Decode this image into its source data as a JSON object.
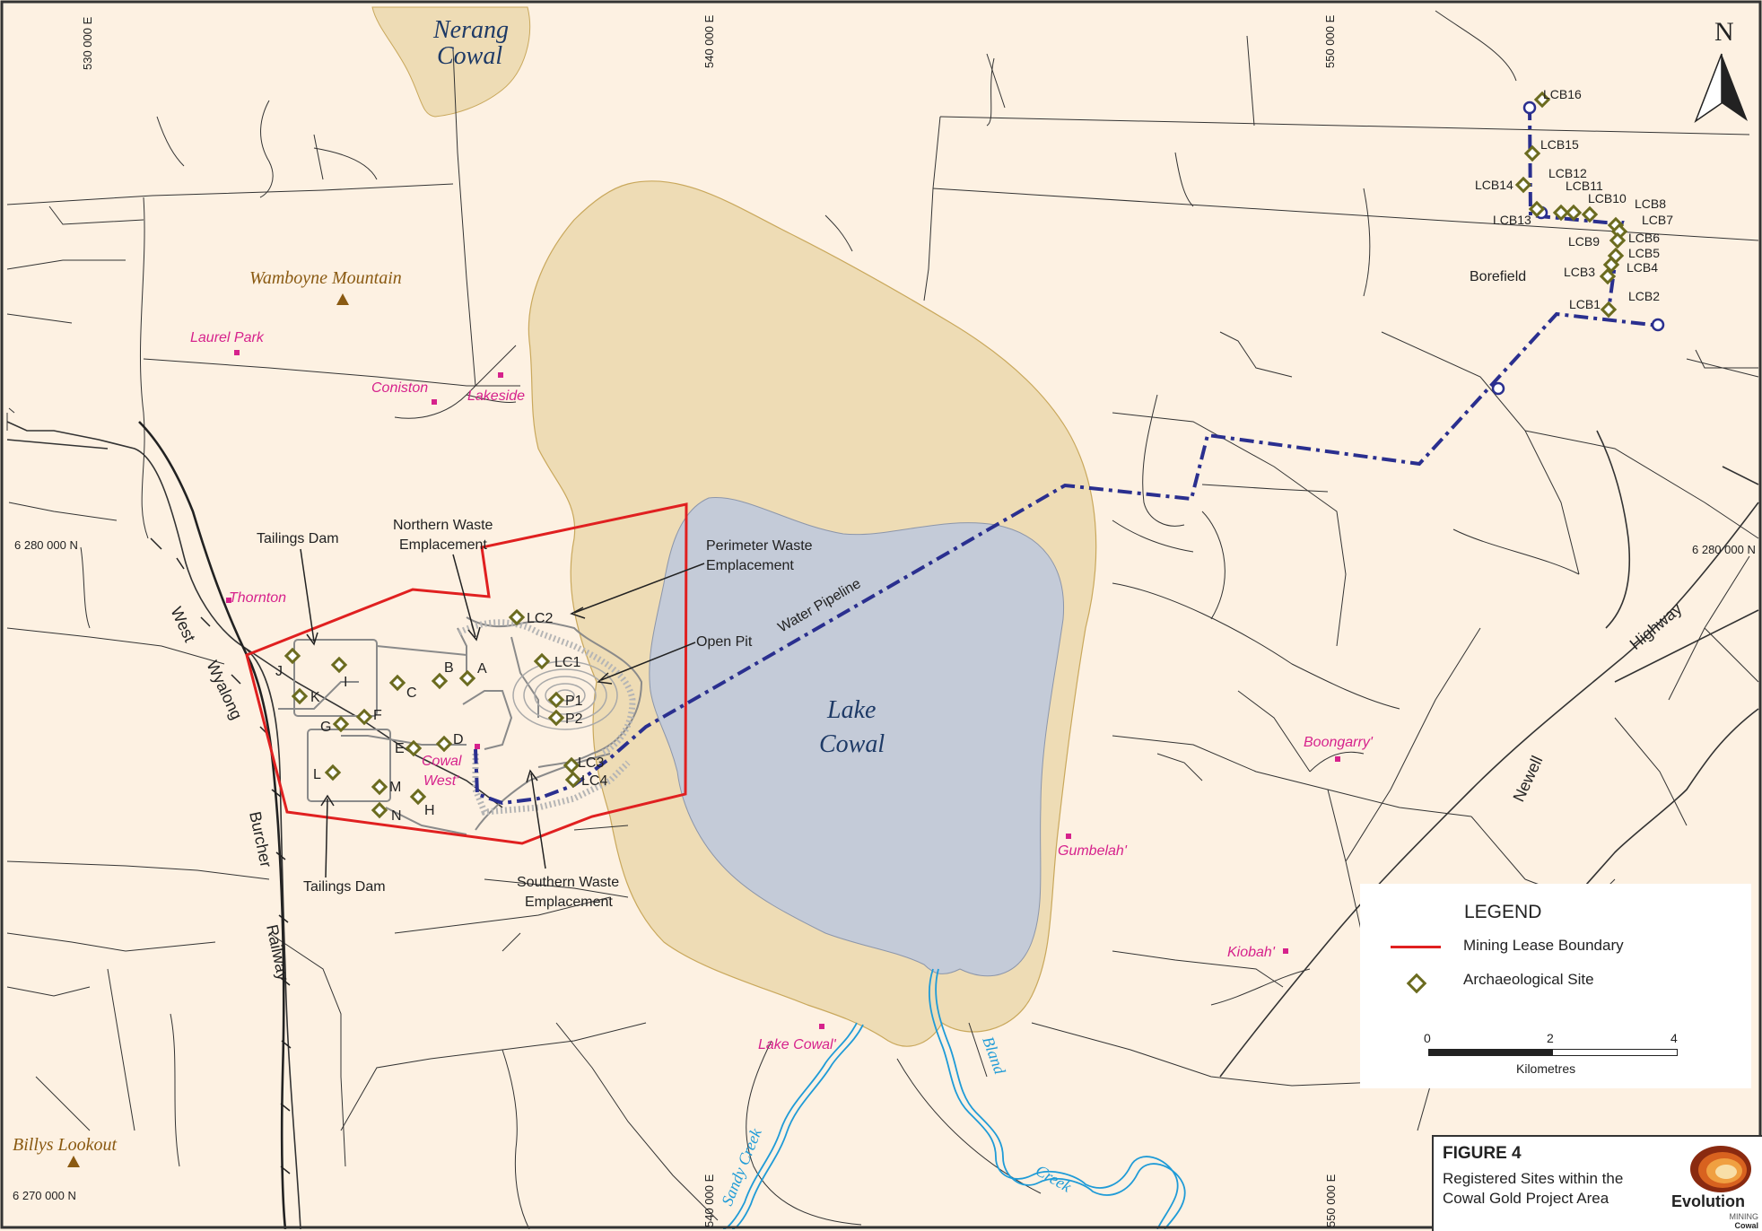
{
  "lakes": {
    "nerang": [
      "Nerang",
      "Cowal"
    ],
    "lake_cowal": [
      "Lake",
      "Cowal"
    ]
  },
  "features": {
    "wamboyne_mountain": "Wamboyne Mountain",
    "billys_lookout": "Billys Lookout",
    "borefield": "Borefield",
    "water_pipeline": "Water Pipeline",
    "tailings_dam_north": "Tailings Dam",
    "tailings_dam_south": "Tailings Dam",
    "northern_waste": [
      "Northern Waste",
      "Emplacement"
    ],
    "perimeter_waste": [
      "Perimeter Waste",
      "Emplacement"
    ],
    "southern_waste": [
      "Southern Waste",
      "Emplacement"
    ],
    "open_pit": "Open Pit"
  },
  "places": {
    "laurel_park": "Laurel Park",
    "coniston": "Coniston",
    "lakeside": "Lakeside",
    "thornton": "Thornton",
    "cowal_west": [
      "Cowal",
      "West'"
    ],
    "boongarry": "Boongarry'",
    "gumbelah": "Gumbelah'",
    "kiobah": "Kiobah'",
    "lake_cowal_homestead": "Lake Cowal'"
  },
  "roads": {
    "west": "West",
    "wyalong": "Wyalong",
    "burcher": "Burcher",
    "railway": "Railway",
    "newell": "Newell",
    "highway": "Highway"
  },
  "creeks": {
    "sandy": "Sandy Creek",
    "bland": "Bland",
    "creek": "Creek"
  },
  "coords": {
    "e530": "530 000 E",
    "e540_top": "540 000 E",
    "e550_top": "550 000 E",
    "e540_bottom": "540 000 E",
    "e550_bottom": "550 000 E",
    "n6280_left": "6 280 000 N",
    "n6280_right": "6 280 000 N",
    "n6270": "6 270 000 N"
  },
  "north": "N",
  "sites": {
    "lcb16": "LCB16",
    "lcb15": "LCB15",
    "lcb14": "LCB14",
    "lcb13": "LCB13",
    "lcb12": "LCB12",
    "lcb11": "LCB11",
    "lcb10": "LCB10",
    "lcb9": "LCB9",
    "lcb8": "LCB8",
    "lcb7": "LCB7",
    "lcb6": "LCB6",
    "lcb5": "LCB5",
    "lcb4": "LCB4",
    "lcb3": "LCB3",
    "lcb2": "LCB2",
    "lcb1": "LCB1",
    "lc1": "LC1",
    "lc2": "LC2",
    "lc3": "LC3",
    "lc4": "LC4",
    "p1": "P1",
    "p2": "P2",
    "a": "A",
    "b": "B",
    "c": "C",
    "d": "D",
    "e": "E",
    "f": "F",
    "g": "G",
    "h": "H",
    "i": "I",
    "j": "J",
    "k": "K",
    "l": "L",
    "m": "M",
    "n": "N"
  },
  "legend": {
    "title": "LEGEND",
    "mining_lease": "Mining Lease Boundary",
    "arch_site": "Archaeological Site",
    "scale": [
      "0",
      "2",
      "4"
    ],
    "scale_unit": "Kilometres"
  },
  "figure": {
    "number": "FIGURE 4",
    "caption": "Registered Sites within the Cowal Gold Project Area"
  },
  "logo": {
    "name": "Evolution",
    "sub1": "MINING",
    "sub2": "Cowal"
  },
  "colors": {
    "background": "#fdf1e2",
    "lake_bed": "#eedcb5",
    "lake_water": "#c4cbd8",
    "lease_boundary": "#e02020",
    "pipeline": "#2a2f8f",
    "site_marker": "#6b6b1f",
    "creek": "#1f9bd7",
    "homestead": "#d6228c"
  }
}
